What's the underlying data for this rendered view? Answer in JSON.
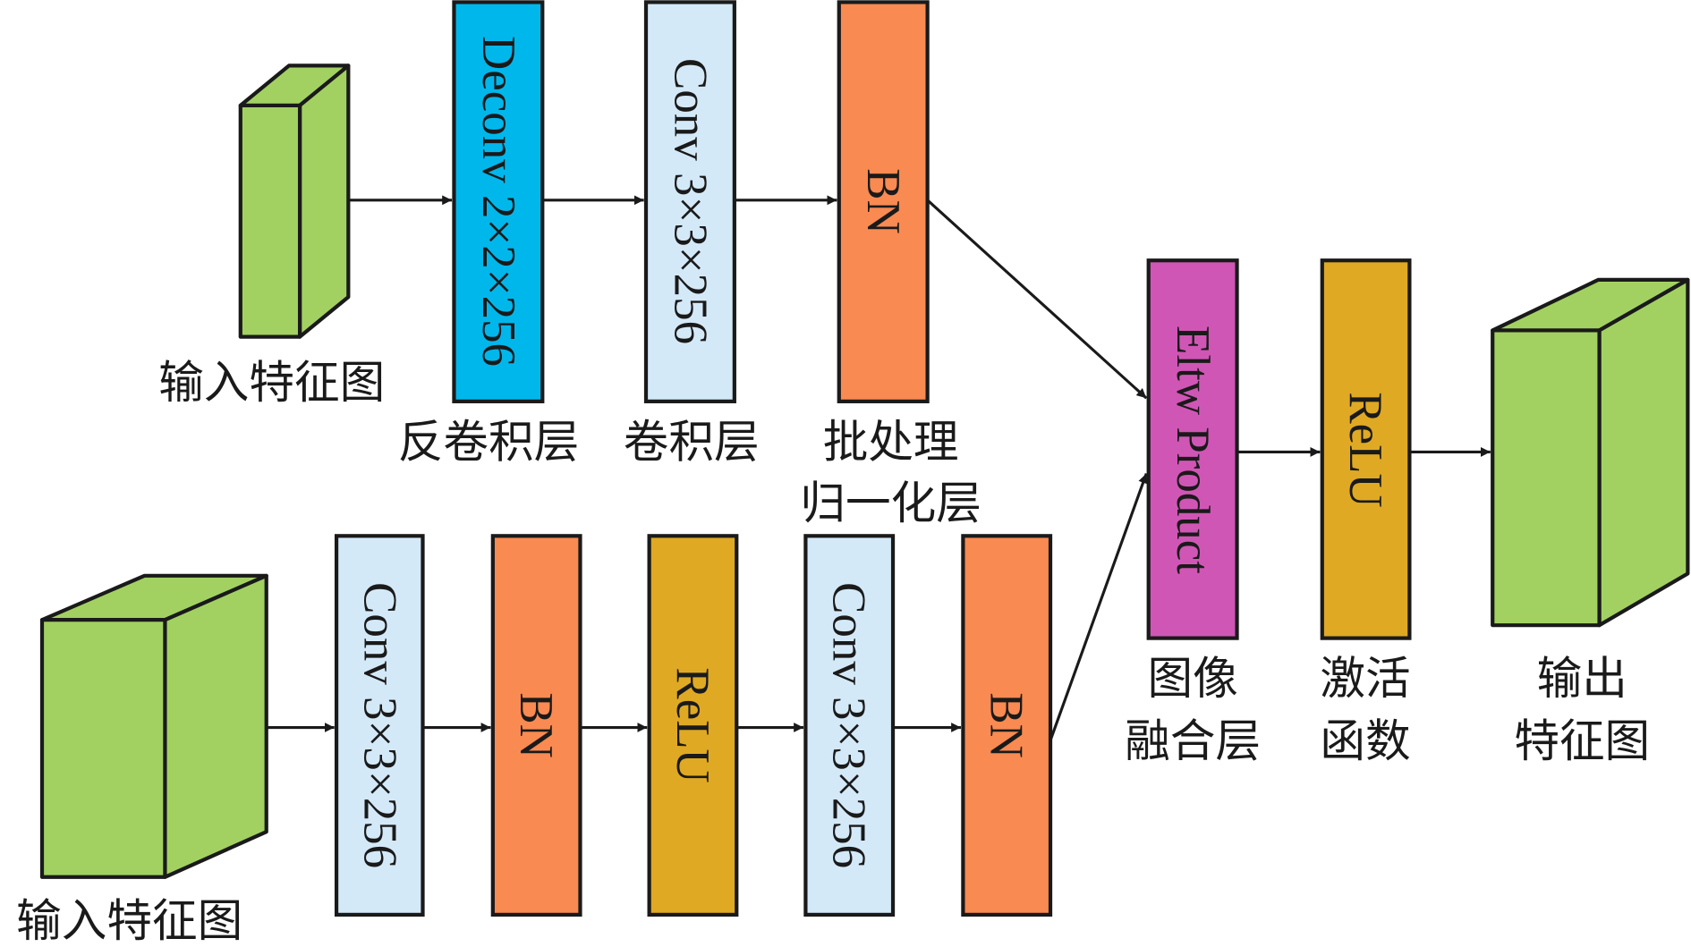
{
  "colors": {
    "feature_map": "#A2D162",
    "deconv": "#00B7EB",
    "conv": "#D4E9F8",
    "bn": "#F88A52",
    "relu": "#DFA924",
    "eltw": "#D056B5",
    "stroke": "#1a1a1a"
  },
  "top_branch": {
    "input_label": "输入特征图",
    "layers": [
      {
        "text": "Deconv 2×2×256",
        "type": "deconv",
        "label": [
          "反卷积层"
        ]
      },
      {
        "text": "Conv 3×3×256",
        "type": "conv",
        "label": [
          "卷积层"
        ]
      },
      {
        "text": "BN",
        "type": "bn",
        "label": [
          "批处理",
          "归一化层"
        ]
      }
    ]
  },
  "bottom_branch": {
    "input_label": "输入特征图",
    "layers": [
      {
        "text": "Conv 3×3×256",
        "type": "conv"
      },
      {
        "text": "BN",
        "type": "bn"
      },
      {
        "text": "ReLU",
        "type": "relu"
      },
      {
        "text": "Conv 3×3×256",
        "type": "conv"
      },
      {
        "text": "BN",
        "type": "bn"
      }
    ]
  },
  "merge": {
    "eltw": {
      "text": "Eltw Product",
      "label": [
        "图像",
        "融合层"
      ]
    },
    "relu": {
      "text": "ReLU",
      "label": [
        "激活",
        "函数"
      ]
    },
    "output_label": [
      "输出",
      "特征图"
    ]
  }
}
